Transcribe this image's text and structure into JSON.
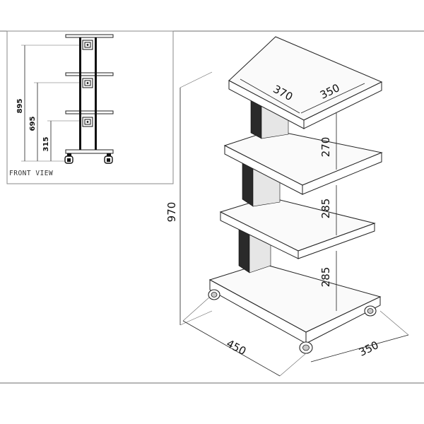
{
  "front_view": {
    "caption": "FRONT VIEW",
    "dims": {
      "total": "895",
      "middle": "695",
      "lower": "315"
    }
  },
  "iso_view": {
    "dims": {
      "top_width": "370",
      "top_depth": "350",
      "gap_top": "270",
      "gap_middle": "285",
      "gap_bottom": "285",
      "total_height": "970",
      "base_width": "450",
      "base_depth": "350"
    }
  }
}
